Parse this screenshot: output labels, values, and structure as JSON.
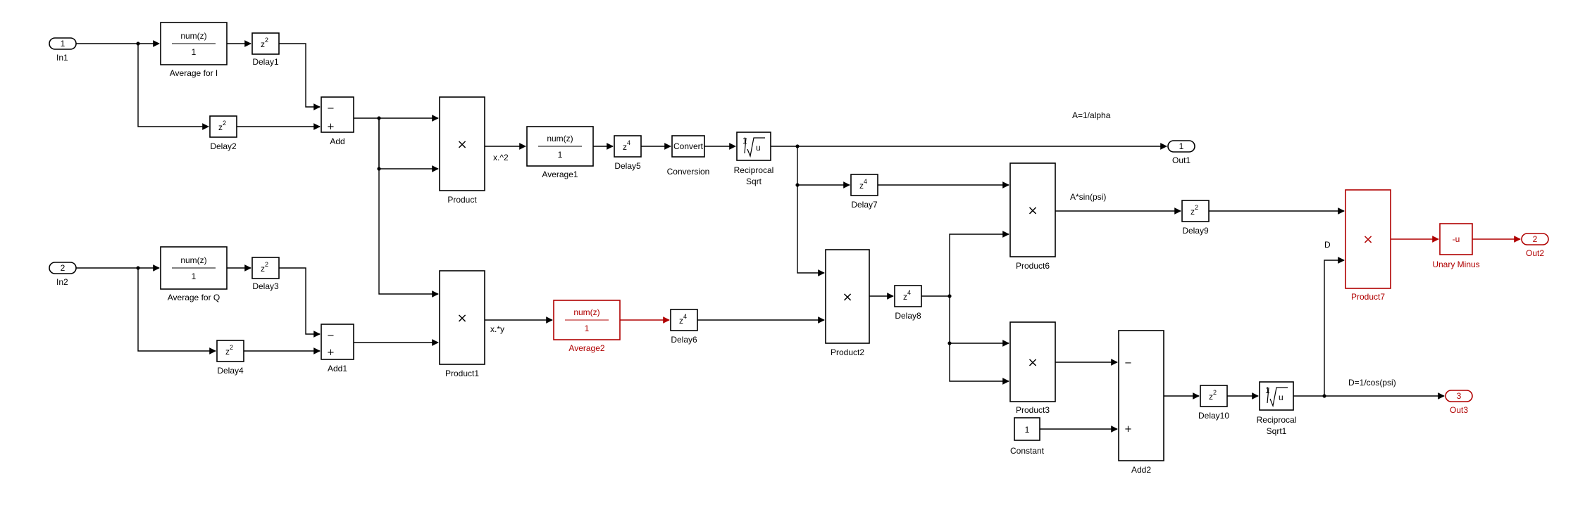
{
  "blocks": {
    "in1": {
      "label": "In1",
      "port": "1"
    },
    "in2": {
      "label": "In2",
      "port": "2"
    },
    "avg_i": {
      "label": "Average for I",
      "num": "num(z)",
      "den": "1"
    },
    "avg_q": {
      "label": "Average for Q",
      "num": "num(z)",
      "den": "1"
    },
    "avg1": {
      "label": "Average1",
      "num": "num(z)",
      "den": "1"
    },
    "avg2": {
      "label": "Average2",
      "num": "num(z)",
      "den": "1"
    },
    "delay1": {
      "label": "Delay1",
      "base": "z",
      "exp": "2"
    },
    "delay2": {
      "label": "Delay2",
      "base": "z",
      "exp": "2"
    },
    "delay3": {
      "label": "Delay3",
      "base": "z",
      "exp": "2"
    },
    "delay4": {
      "label": "Delay4",
      "base": "z",
      "exp": "2"
    },
    "delay5": {
      "label": "Delay5",
      "base": "z",
      "exp": "4"
    },
    "delay6": {
      "label": "Delay6",
      "base": "z",
      "exp": "4"
    },
    "delay7": {
      "label": "Delay7",
      "base": "z",
      "exp": "4"
    },
    "delay8": {
      "label": "Delay8",
      "base": "z",
      "exp": "4"
    },
    "delay9": {
      "label": "Delay9",
      "base": "z",
      "exp": "2"
    },
    "delay10": {
      "label": "Delay10",
      "base": "z",
      "exp": "2"
    },
    "add": {
      "label": "Add",
      "minus": "−",
      "plus": "+"
    },
    "add1": {
      "label": "Add1",
      "minus": "−",
      "plus": "+"
    },
    "add2": {
      "label": "Add2",
      "minus": "−",
      "plus": "+"
    },
    "product": {
      "label": "Product",
      "symbol": "×"
    },
    "product1": {
      "label": "Product1",
      "symbol": "×"
    },
    "product2": {
      "label": "Product2",
      "symbol": "×"
    },
    "product3": {
      "label": "Product3",
      "symbol": "×"
    },
    "product6": {
      "label": "Product6",
      "symbol": "×"
    },
    "product7": {
      "label": "Product7",
      "symbol": "×"
    },
    "conversion": {
      "label": "Conversion",
      "text": "Convert"
    },
    "rsqrt": {
      "label": "Reciprocal\nSqrt",
      "label1": "Reciprocal",
      "label2": "Sqrt",
      "one": "1",
      "u": "u"
    },
    "rsqrt1": {
      "label1": "Reciprocal",
      "label2": "Sqrt1",
      "one": "1",
      "u": "u"
    },
    "constant": {
      "label": "Constant",
      "value": "1"
    },
    "unary_minus": {
      "label": "Unary Minus",
      "text": "-u"
    },
    "out1": {
      "label": "Out1",
      "port": "1"
    },
    "out2": {
      "label": "Out2",
      "port": "2"
    },
    "out3": {
      "label": "Out3",
      "port": "3"
    }
  },
  "signals": {
    "x2": "x.^2",
    "xy": "x.*y",
    "a_eq": "A=1/alpha",
    "a_sin": "A*sin(psi)",
    "d": "D",
    "d_eq": "D=1/cos(psi)"
  },
  "colors": {
    "selected": "#b00000",
    "line": "#000000",
    "background": "#ffffff"
  }
}
